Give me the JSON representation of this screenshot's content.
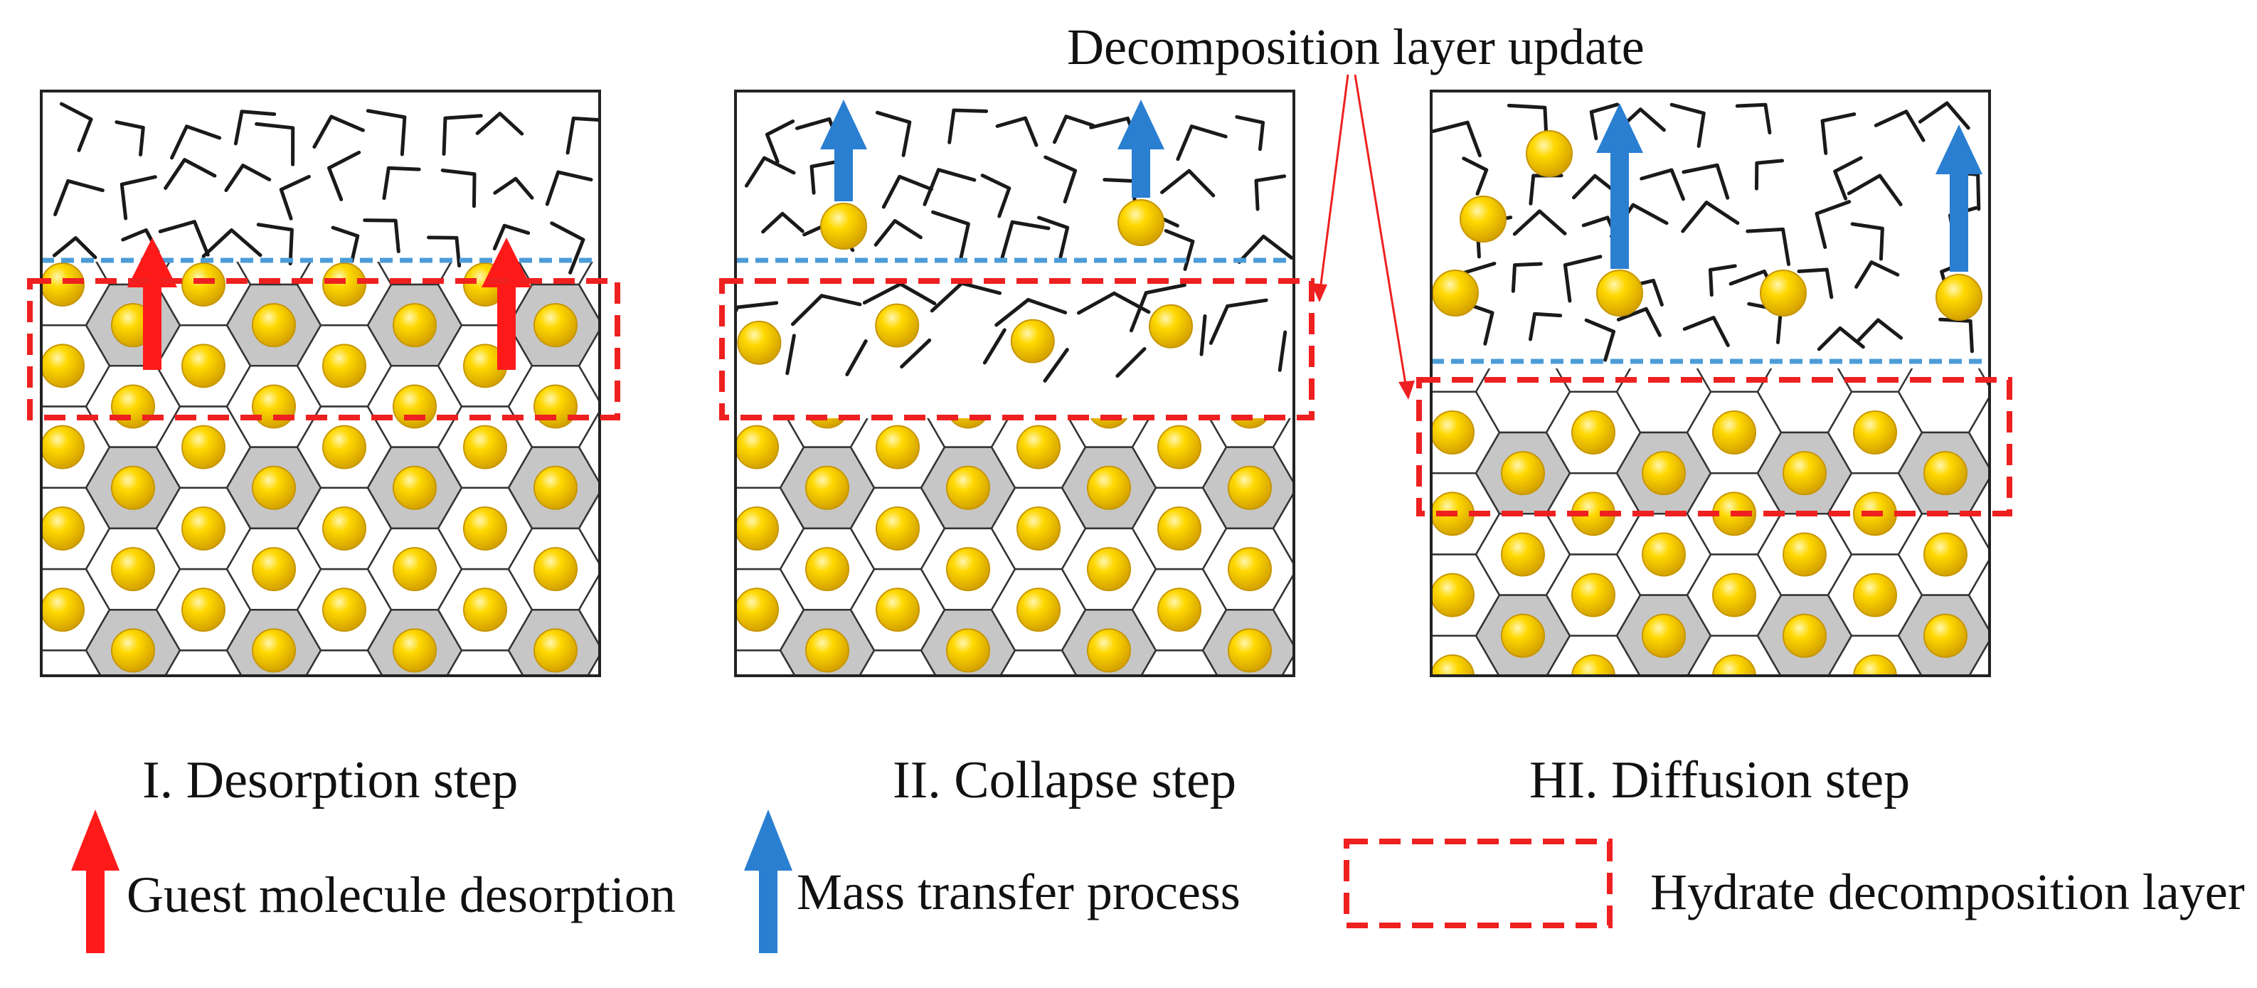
{
  "callout": {
    "label": "Decomposition layer update"
  },
  "panels": [
    {
      "id": "I",
      "caption": "I. Desorption step"
    },
    {
      "id": "II",
      "caption": "II. Collapse step"
    },
    {
      "id": "III",
      "caption": "HI. Diffusion step"
    }
  ],
  "legend": {
    "desorption": {
      "label": "Guest  molecule  desorption",
      "icon": "red-up-arrow-icon"
    },
    "mass_transfer": {
      "label": "Mass transfer process",
      "icon": "blue-up-arrow-icon"
    },
    "layer": {
      "label": "Hydrate decomposition layer",
      "icon": "red-dashed-rectangle-icon"
    }
  },
  "colors": {
    "desorption_arrow": "#ff1a1a",
    "mass_transfer_arrow": "#2a7fd1",
    "decomposition_box": "#ee2020",
    "interface_line": "#4c9cd8",
    "guest_molecule": "#f2c400",
    "filled_cage": "#c6c6c6",
    "empty_cage": "#ffffff",
    "cage_edge": "#333333",
    "water_fragment": "#1a1a1a"
  }
}
